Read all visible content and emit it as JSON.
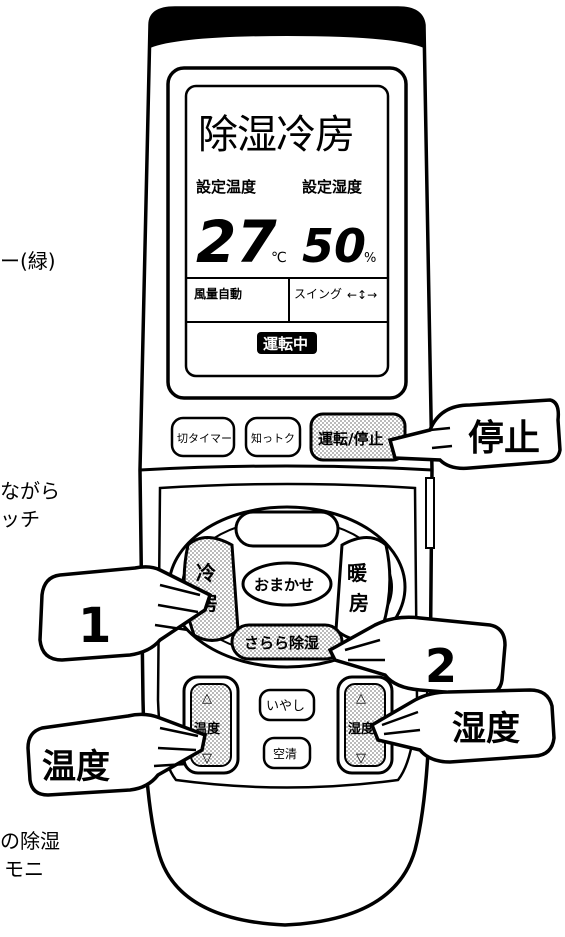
{
  "side_text": {
    "green_paren": "ー(緑)",
    "nagara": "ながら",
    "chi": "ッチ",
    "jyoshitsu": "の除湿",
    "moni": "モニ"
  },
  "lcd": {
    "mode_title": "除湿冷房",
    "set_temp_label": "設定温度",
    "set_humid_label": "設定湿度",
    "temp_value": "27",
    "temp_unit": "℃",
    "humid_value": "50",
    "humid_unit": "%",
    "fan_label": "風量自動",
    "swing_label": "スイング",
    "running_label": "運転中"
  },
  "top_buttons": {
    "off_timer": "切タイマー",
    "chitto": "知っトク",
    "run_stop": "運転/停止"
  },
  "pad": {
    "cool_top": "冷",
    "cool_bottom": "房",
    "omakase": "おまかせ",
    "heat_top": "暖",
    "heat_bottom": "房",
    "sarara": "さらら除湿"
  },
  "lower": {
    "temp_label": "温度",
    "iyashi": "いやし",
    "kusei": "空清",
    "humid_label": "湿度"
  },
  "callouts": {
    "stop": "停止",
    "step1": "1",
    "step2": "2",
    "temp": "温度",
    "humid": "湿度"
  },
  "colors": {
    "outline": "#000000",
    "dot_fill": "#cfcfcf",
    "background": "#ffffff"
  }
}
